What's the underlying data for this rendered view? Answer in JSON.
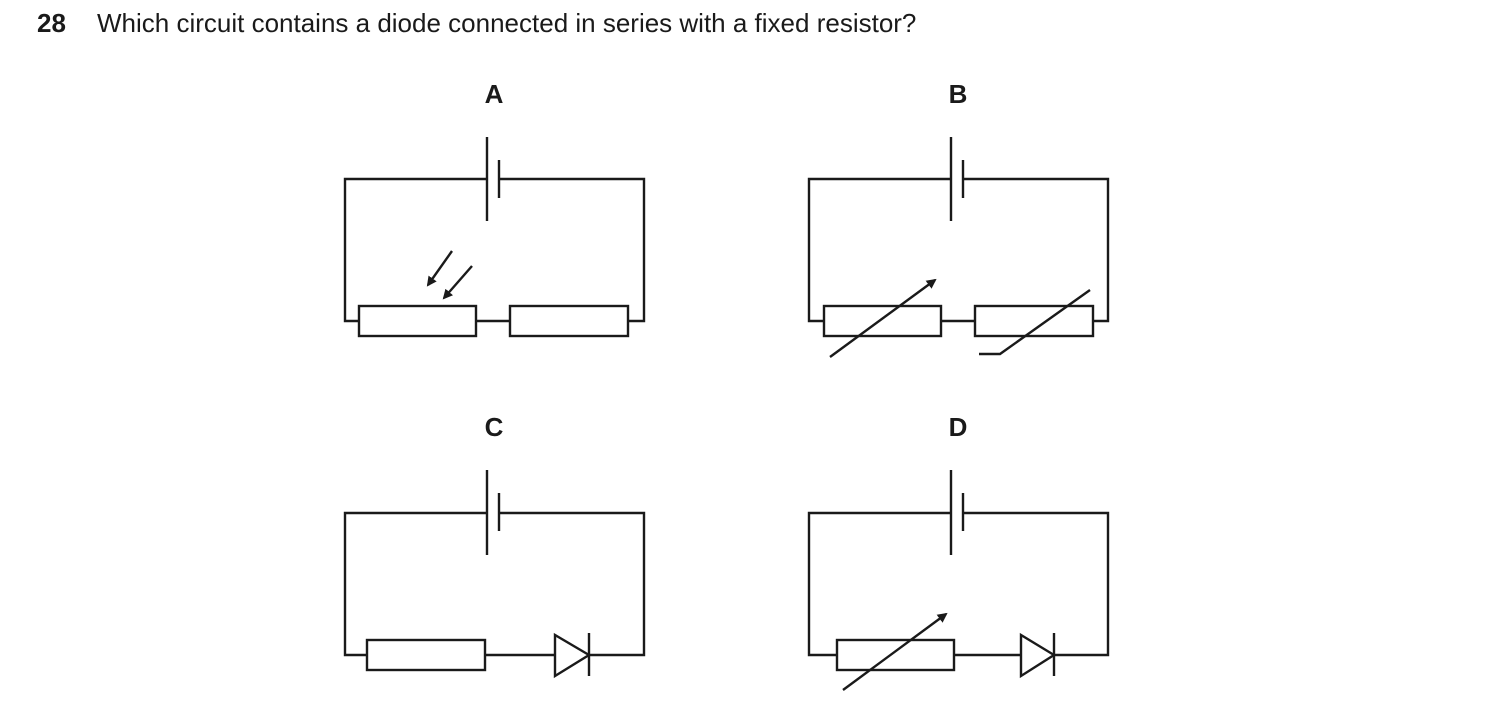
{
  "question": {
    "number": "28",
    "text": "Which circuit contains a diode connected in series with a fixed resistor?"
  },
  "options": [
    {
      "label": "A",
      "components": [
        "cell",
        "light-dependent-resistor",
        "fixed-resistor"
      ]
    },
    {
      "label": "B",
      "components": [
        "cell",
        "variable-resistor",
        "thermistor"
      ]
    },
    {
      "label": "C",
      "components": [
        "cell",
        "fixed-resistor",
        "diode"
      ]
    },
    {
      "label": "D",
      "components": [
        "cell",
        "variable-resistor",
        "diode"
      ]
    }
  ]
}
